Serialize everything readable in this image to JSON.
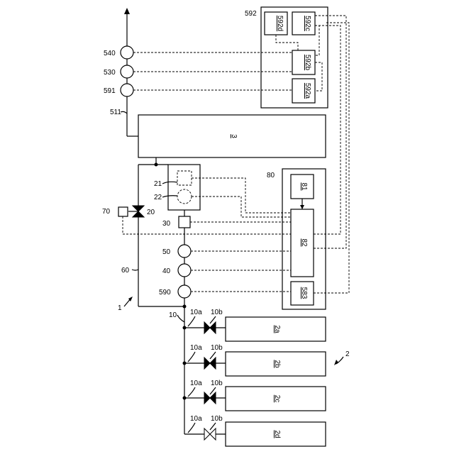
{
  "labels": {
    "l592": "592",
    "l592d": "592d",
    "l592c": "592c",
    "l592b": "592b",
    "l592a": "592a",
    "l540": "540",
    "l530": "530",
    "l591": "591",
    "l511": "511",
    "l3": "3",
    "l80": "80",
    "l81": "81",
    "l82": "82",
    "l583": "583",
    "l21": "21",
    "l22": "22",
    "l20": "20",
    "l70": "70",
    "l30": "30",
    "l60": "60",
    "l50": "50",
    "l40": "40",
    "l590": "590",
    "l1": "1",
    "l10": "10",
    "l2": "2",
    "l2a": "2a",
    "l2b": "2b",
    "l2c": "2c",
    "l2d": "2d",
    "l10a_1": "10a",
    "l10a_2": "10a",
    "l10a_3": "10a",
    "l10a_4": "10a",
    "l10b_1": "10b",
    "l10b_2": "10b",
    "l10b_3": "10b",
    "l10b_4": "10b"
  }
}
